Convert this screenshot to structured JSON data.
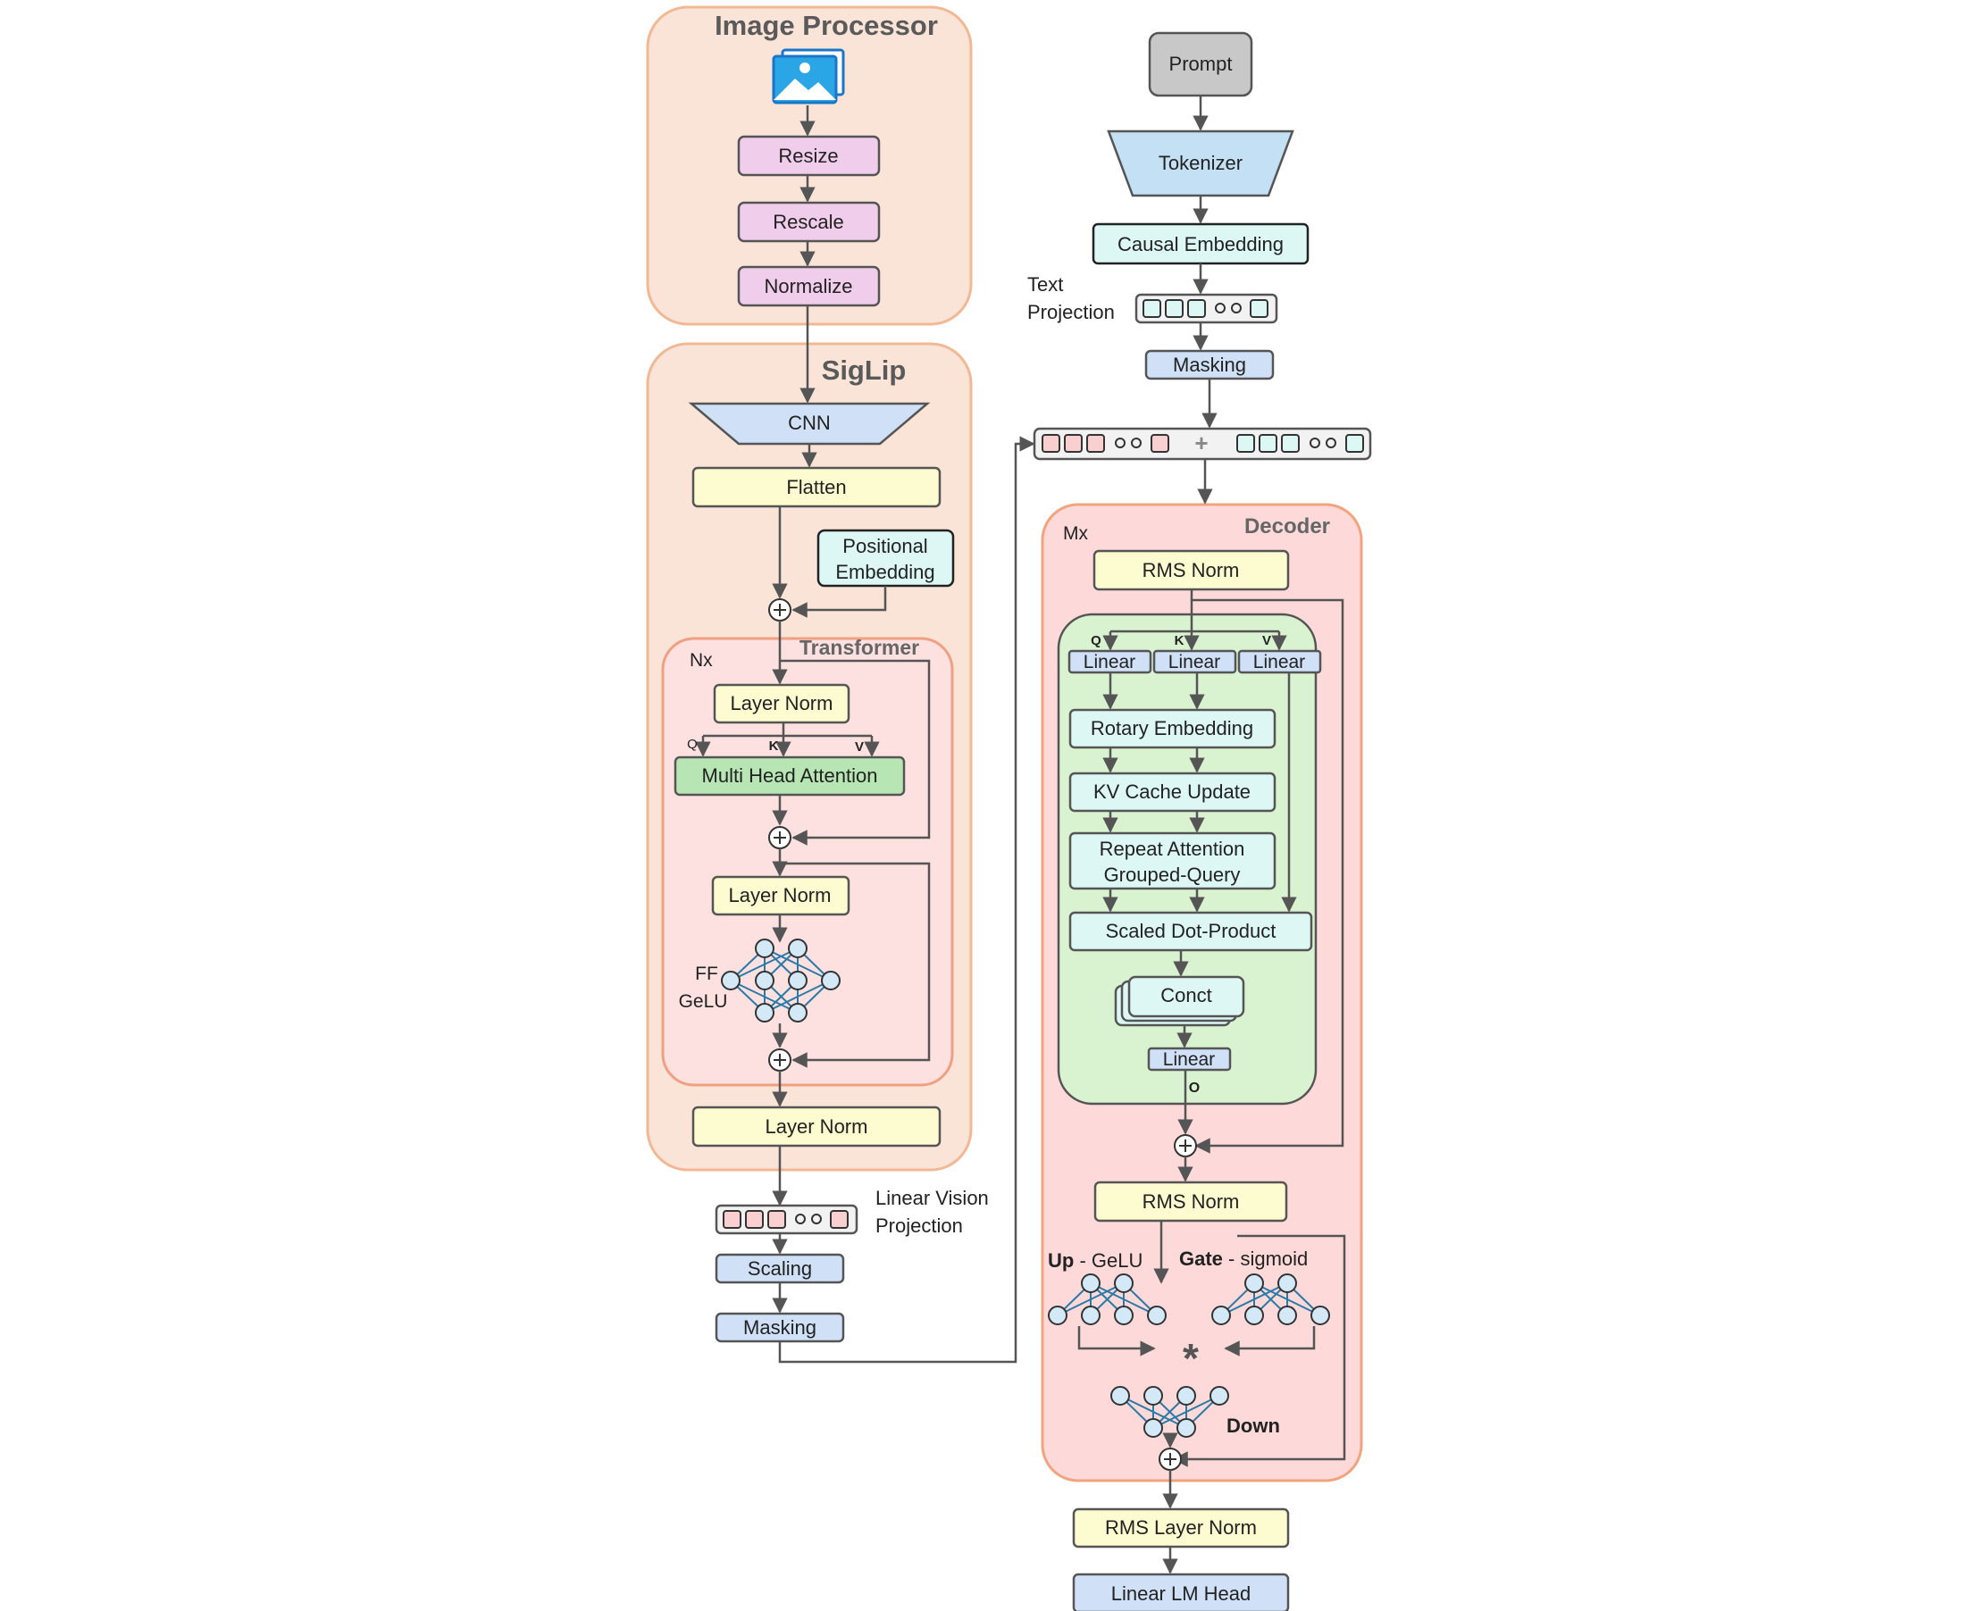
{
  "image_processor": {
    "title": "Image Processor",
    "steps": [
      "Resize",
      "Rescale",
      "Normalize"
    ]
  },
  "siglip": {
    "title": "SigLip",
    "cnn": "CNN",
    "flatten": "Flatten",
    "positional_embedding": [
      "Positional",
      "Embedding"
    ],
    "transformer": {
      "title": "Transformer",
      "repeat": "Nx",
      "layer_norm_1": "Layer Norm",
      "qkv": [
        "Q",
        "K",
        "V"
      ],
      "attention": "Multi Head Attention",
      "layer_norm_2": "Layer Norm",
      "ff_label": [
        "FF",
        "GeLU"
      ]
    },
    "final_layer_norm": "Layer Norm"
  },
  "vision_projection": {
    "label": [
      "Linear Vision",
      "Projection"
    ],
    "scaling": "Scaling",
    "masking": "Masking"
  },
  "text_path": {
    "prompt": "Prompt",
    "tokenizer": "Tokenizer",
    "causal_embedding": "Causal Embedding",
    "text_projection_label": [
      "Text",
      "Projection"
    ],
    "masking": "Masking",
    "merge_symbol": "+"
  },
  "decoder": {
    "title": "Decoder",
    "repeat": "Mx",
    "rms_norm_1": "RMS Norm",
    "qkv": [
      "Q",
      "K",
      "V"
    ],
    "linear_labels": [
      "Linear",
      "Linear",
      "Linear"
    ],
    "rotary_embedding": "Rotary Embedding",
    "kv_cache_update": "KV Cache Update",
    "repeat_attention": [
      "Repeat Attention",
      "Grouped-Query"
    ],
    "scaled_dot_product": "Scaled Dot-Product",
    "concat": "Conct",
    "out_linear": "Linear",
    "out_label": "O",
    "rms_norm_2": "RMS Norm",
    "up_bold": "Up",
    "up_rest": " - GeLU",
    "gate_bold": "Gate",
    "gate_rest": " - sigmoid",
    "multiply": "*",
    "down": "Down"
  },
  "output": {
    "rms_layer_norm": "RMS Layer Norm",
    "lm_head": "Linear LM Head"
  },
  "colors": {
    "container_fill": "#fae3d7",
    "container_stroke": "#f2b894",
    "transformer_fill": "#fde0e0",
    "transformer_stroke": "#f0a080",
    "decoder_fill": "#fdd9d9",
    "attention_block_fill": "#d9f2d0",
    "pink_box": "#f1cdec",
    "blue_box": "#cfe0f7",
    "yellow_box": "#fdfbd0",
    "cyan_box": "#dcf7f4",
    "green_box": "#b7e6b4",
    "node_fill": "#d4e9f7",
    "edge_color": "#2a7aa8",
    "line_color": "#555555"
  }
}
